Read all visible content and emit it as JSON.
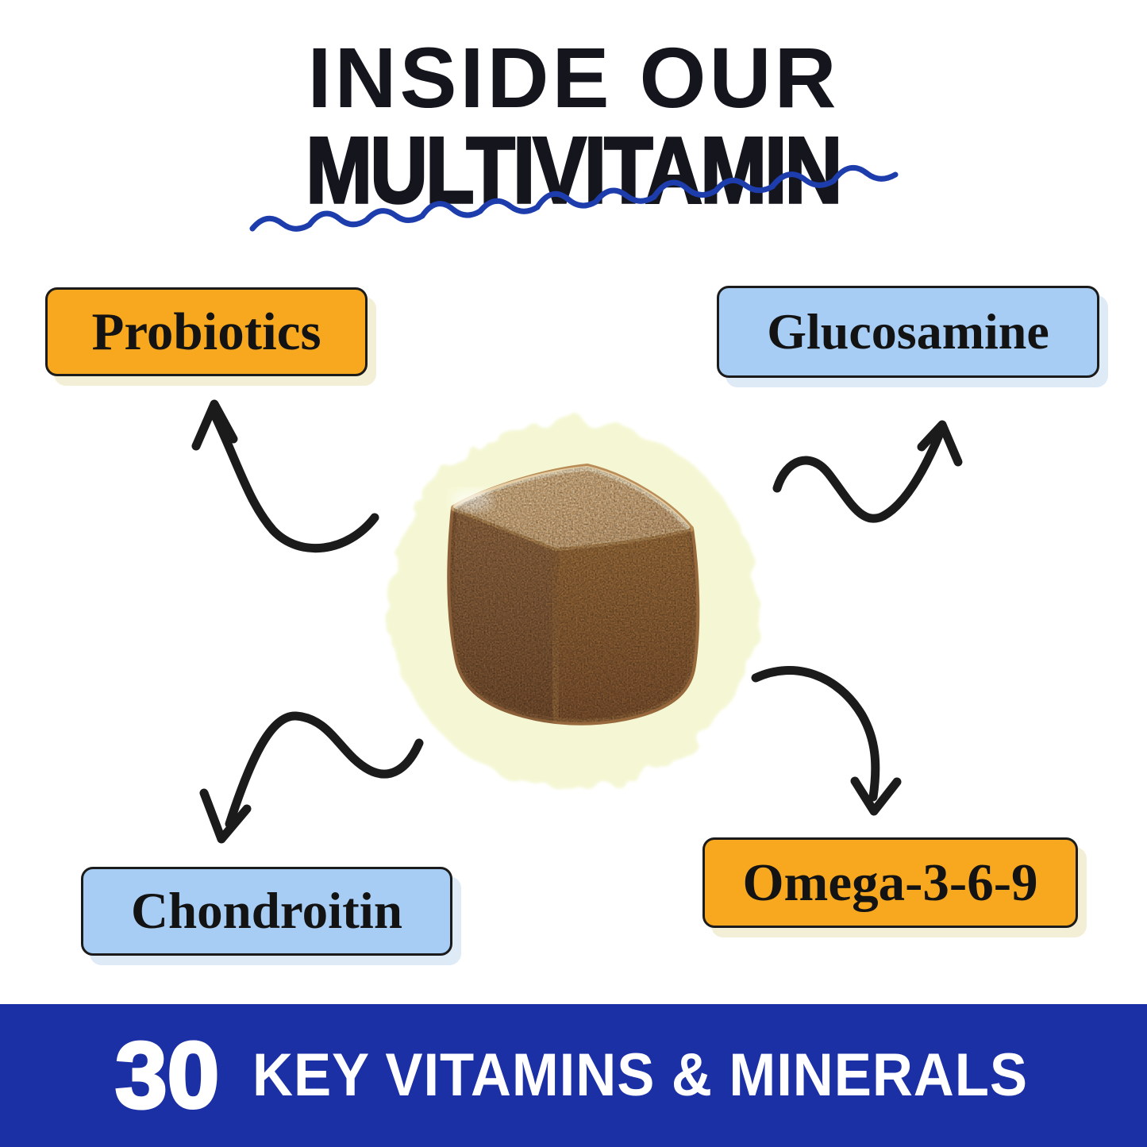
{
  "title": {
    "line1": "INSIDE OUR",
    "line2": "MULTIVITAMIN"
  },
  "labels": [
    {
      "id": "probiotics",
      "text": "Probiotics",
      "style": "orange"
    },
    {
      "id": "glucosamine",
      "text": "Glucosamine",
      "style": "blue"
    },
    {
      "id": "chondroitin",
      "text": "Chondroitin",
      "style": "blue"
    },
    {
      "id": "omega369",
      "text": "Omega-3-6-9",
      "style": "orange"
    }
  ],
  "center": {
    "image": "chew-cube",
    "glow": "scalloped-yellow-glow"
  },
  "icons": {
    "underline": "wavy-underline",
    "arrow_top_left": "curved-arrow-to-probiotics",
    "arrow_top_right": "wavy-arrow-to-glucosamine",
    "arrow_bottom_left": "wavy-arrow-to-chondroitin",
    "arrow_bottom_right": "curved-arrow-to-omega"
  },
  "banner": {
    "number": "30",
    "text": "KEY VITAMINS & MINERALS"
  },
  "colors": {
    "orange_box": "#F7A81E",
    "blue_box": "#A7CDF4",
    "orange_box_shadow": "#F3EFD7",
    "blue_box_shadow": "#DFEAF7",
    "banner_blue": "#1C30A6",
    "underline_blue": "#1D3DAC",
    "arrow_black": "#1B1B1B",
    "title_black": "#15151D",
    "glow_yellow": "#F5F7D4",
    "cube_top": "#C79D66",
    "cube_left": "#8F6238",
    "cube_right": "#9C6C3F",
    "banner_text_white": "#FFFFFF"
  }
}
